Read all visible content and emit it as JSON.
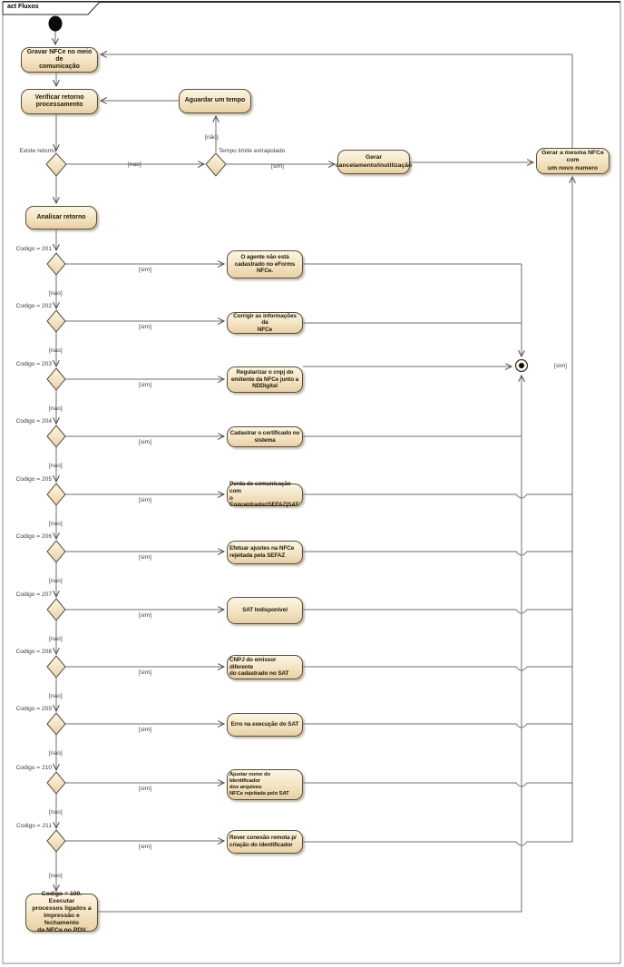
{
  "frame_title": "act Fluxos",
  "activities": {
    "gravar": "Gravar NFCe no meio de\ncomunicação",
    "verificar": "Verificar retorno\nprocessamento",
    "aguardar": "Aguardar um tempo",
    "analisar": "Analisar retorno",
    "gerar_cancelamento": "Gerar\ncancelamento/inutilização",
    "gerar_mesma": "Gerar a mesma NFCe com\num novo numero",
    "codigo_100": "Codigo = 100. Executar\nprocessos ligados a\nimpressão e fechamento\nda NFCe no PDV"
  },
  "guards": {
    "existe_retorno": "Existe retorno",
    "tempo_limite": "Tempo limite extrapolado",
    "nao_accent": "[não]",
    "nao": "[nao]",
    "sim": "[sim]",
    "loop_sim": "[sim]"
  },
  "decisions": [
    {
      "label": "Codigo = 201",
      "sim": "[sim]",
      "nao": "[nao]",
      "action": "O agente não está\ncadastrado no eForms\nNFCe."
    },
    {
      "label": "Codigo = 202",
      "sim": "[sim]",
      "nao": "[nao]",
      "action": "Corrigir as informações da\nNFCe"
    },
    {
      "label": "Codigo = 203",
      "sim": "[sim]",
      "nao": "[nao]",
      "action": "Regularizar o cnpj do\nemitente da NFCe junto a\nNDDigital"
    },
    {
      "label": "Codigo = 204",
      "sim": "[sim]",
      "nao": "[nao]",
      "action": "Cadastrar o certificado no\nsistema"
    },
    {
      "label": "Codigo = 205",
      "sim": "[sim]",
      "nao": "[nao]",
      "action": "Perda de comunicação com\no Concentrador/SEFAZ|SAT"
    },
    {
      "label": "Codigo = 206",
      "sim": "[sim]",
      "nao": "[nao]",
      "action": "Efetuar ajustes na NFCe\nrejeitada pela SEFAZ"
    },
    {
      "label": "Codigo = 207",
      "sim": "[sim]",
      "nao": "[nao]",
      "action": "SAT Indisponível"
    },
    {
      "label": "Codigo = 208",
      "sim": "[sim]",
      "nao": "[nao]",
      "action": "CNPJ do emissor diferente\ndo cadastrado no SAT"
    },
    {
      "label": "Codigo = 209",
      "sim": "[sim]",
      "nao": "[nao]",
      "action": "Erro na execução do SAT"
    },
    {
      "label": "Codigo = 210",
      "sim": "[sim]",
      "nao": "[nao]",
      "action": "Ajustar nome do Identificador\ndos arquivos\nNFCe rejeitada pelo SAT"
    },
    {
      "label": "Codigo = 211",
      "sim": "[sim]",
      "nao": "[nao]",
      "action": "Rever conexão remota p/\ncriação do identificador"
    }
  ],
  "colors": {
    "node_fill_top": "#fcf5e3",
    "node_fill_bottom": "#e8d0a6",
    "node_border": "#574f40",
    "line": "#6e6e6e",
    "frame_border": "#8c8c8c",
    "text": "#211806"
  }
}
